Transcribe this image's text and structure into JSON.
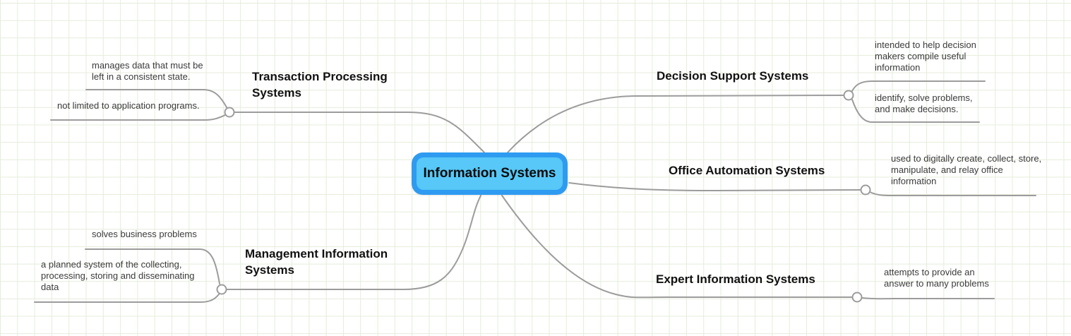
{
  "theme": {
    "background": "#ffffff",
    "grid_line": "#e6ecdb",
    "connector": "#9c9c9c",
    "node_outer": "#2e9bf1",
    "node_inner": "#57c8f7",
    "label_color": "#111111",
    "sublabel_color": "#3b3b3b"
  },
  "center": {
    "label": "Information Systems"
  },
  "branches": [
    {
      "label": "Transaction Processing Systems",
      "children": [
        "manages data that must be left in a consistent state.",
        "not limited to application programs."
      ]
    },
    {
      "label": "Decision Support Systems",
      "children": [
        "intended to help decision makers compile useful information",
        "identify, solve problems, and make decisions."
      ]
    },
    {
      "label": "Office Automation Systems",
      "children": [
        "used to digitally create, collect, store, manipulate, and relay office information"
      ]
    },
    {
      "label": "Management Information Systems",
      "children": [
        "solves business problems",
        "a planned system of the collecting, processing, storing and disseminating data"
      ]
    },
    {
      "label": "Expert Information Systems",
      "children": [
        "attempts to provide an answer to many problems"
      ]
    }
  ]
}
